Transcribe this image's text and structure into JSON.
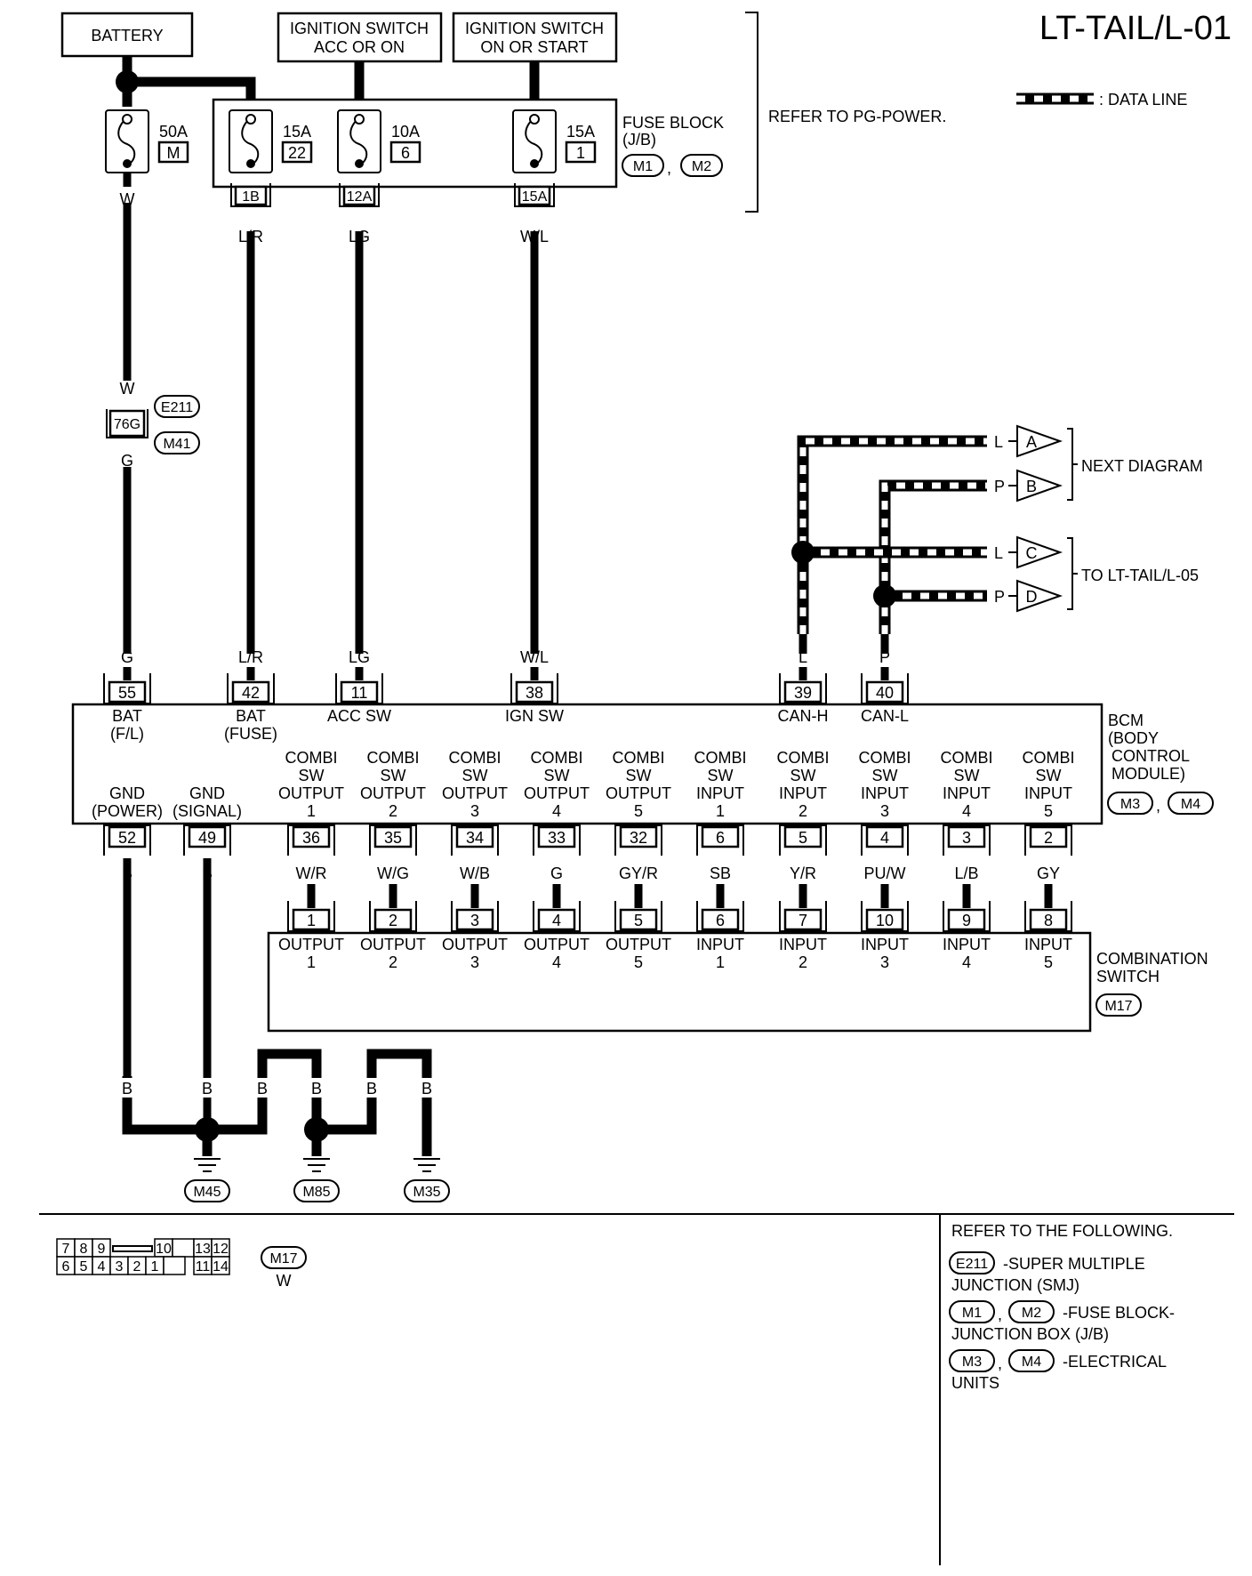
{
  "title": "LT-TAIL/L-01",
  "legend": {
    "data_line": ": DATA LINE"
  },
  "sources": {
    "battery": "BATTERY",
    "ign_acc_l1": "IGNITION SWITCH",
    "ign_acc_l2": "ACC OR ON",
    "ign_on_l1": "IGNITION SWITCH",
    "ign_on_l2": "ON OR START"
  },
  "refer_pg": "REFER TO PG-POWER.",
  "fuse_block": {
    "label_l1": "FUSE BLOCK",
    "label_l2": "(J/B)",
    "conn1": "M1",
    "conn2": "M2",
    "sep": ","
  },
  "fuses": [
    {
      "amp": "50A",
      "num": "M",
      "wire": "W"
    },
    {
      "amp": "15A",
      "num": "22",
      "term": "1B",
      "wire": "L/R"
    },
    {
      "amp": "10A",
      "num": "6",
      "term": "12A",
      "wire": "LG"
    },
    {
      "amp": "15A",
      "num": "1",
      "term": "15A",
      "wire": "W/L"
    }
  ],
  "joint": {
    "term": "76G",
    "conn1": "E211",
    "conn2": "M41",
    "wire_in": "W",
    "wire_out": "G"
  },
  "can": {
    "next_diagram": "NEXT DIAGRAM",
    "to_lt": "TO LT-TAIL/L-05",
    "refs": [
      {
        "letter": "A",
        "wire": "L"
      },
      {
        "letter": "B",
        "wire": "P"
      },
      {
        "letter": "C",
        "wire": "L"
      },
      {
        "letter": "D",
        "wire": "P"
      }
    ]
  },
  "bcm": {
    "label_l1": "BCM",
    "label_l2": "(BODY",
    "label_l3": "CONTROL",
    "label_l4": "MODULE)",
    "conn1": "M3",
    "conn2": "M4",
    "sep": ",",
    "top_pins": [
      {
        "wire": "G",
        "pin": "55",
        "l1": "BAT",
        "l2": "(F/L)"
      },
      {
        "wire": "L/R",
        "pin": "42",
        "l1": "BAT",
        "l2": "(FUSE)"
      },
      {
        "wire": "LG",
        "pin": "11",
        "l1": "ACC SW",
        "l2": ""
      },
      {
        "wire": "W/L",
        "pin": "38",
        "l1": "IGN SW",
        "l2": ""
      },
      {
        "wire": "L",
        "pin": "39",
        "l1": "CAN-H",
        "l2": ""
      },
      {
        "wire": "P",
        "pin": "40",
        "l1": "CAN-L",
        "l2": ""
      }
    ],
    "gnd_pins": [
      {
        "l1": "GND",
        "l2": "(POWER)",
        "pin": "52",
        "wire": "B"
      },
      {
        "l1": "GND",
        "l2": "(SIGNAL)",
        "pin": "49",
        "wire": "B"
      }
    ],
    "combi_pins": [
      {
        "l1": "COMBI",
        "l2": "SW",
        "l3": "OUTPUT",
        "l4": "1",
        "pin": "36",
        "wire": "W/R"
      },
      {
        "l1": "COMBI",
        "l2": "SW",
        "l3": "OUTPUT",
        "l4": "2",
        "pin": "35",
        "wire": "W/G"
      },
      {
        "l1": "COMBI",
        "l2": "SW",
        "l3": "OUTPUT",
        "l4": "3",
        "pin": "34",
        "wire": "W/B"
      },
      {
        "l1": "COMBI",
        "l2": "SW",
        "l3": "OUTPUT",
        "l4": "4",
        "pin": "33",
        "wire": "G"
      },
      {
        "l1": "COMBI",
        "l2": "SW",
        "l3": "OUTPUT",
        "l4": "5",
        "pin": "32",
        "wire": "GY/R"
      },
      {
        "l1": "COMBI",
        "l2": "SW",
        "l3": "INPUT",
        "l4": "1",
        "pin": "6",
        "wire": "SB"
      },
      {
        "l1": "COMBI",
        "l2": "SW",
        "l3": "INPUT",
        "l4": "2",
        "pin": "5",
        "wire": "Y/R"
      },
      {
        "l1": "COMBI",
        "l2": "SW",
        "l3": "INPUT",
        "l4": "3",
        "pin": "4",
        "wire": "PU/W"
      },
      {
        "l1": "COMBI",
        "l2": "SW",
        "l3": "INPUT",
        "l4": "4",
        "pin": "3",
        "wire": "L/B"
      },
      {
        "l1": "COMBI",
        "l2": "SW",
        "l3": "INPUT",
        "l4": "5",
        "pin": "2",
        "wire": "GY"
      }
    ]
  },
  "combination_switch": {
    "label_l1": "COMBINATION",
    "label_l2": "SWITCH",
    "conn": "M17",
    "pins": [
      {
        "pin": "1",
        "l1": "OUTPUT",
        "l2": "1"
      },
      {
        "pin": "2",
        "l1": "OUTPUT",
        "l2": "2"
      },
      {
        "pin": "3",
        "l1": "OUTPUT",
        "l2": "3"
      },
      {
        "pin": "4",
        "l1": "OUTPUT",
        "l2": "4"
      },
      {
        "pin": "5",
        "l1": "OUTPUT",
        "l2": "5"
      },
      {
        "pin": "6",
        "l1": "INPUT",
        "l2": "1"
      },
      {
        "pin": "7",
        "l1": "INPUT",
        "l2": "2"
      },
      {
        "pin": "10",
        "l1": "INPUT",
        "l2": "3"
      },
      {
        "pin": "9",
        "l1": "INPUT",
        "l2": "4"
      },
      {
        "pin": "8",
        "l1": "INPUT",
        "l2": "5"
      }
    ]
  },
  "grounds": {
    "wire": "B",
    "labels": [
      "M45",
      "M85",
      "M35"
    ]
  },
  "connector_face": {
    "top_row": [
      "7",
      "8",
      "9",
      "10",
      "13",
      "12"
    ],
    "bottom_row": [
      "6",
      "5",
      "4",
      "3",
      "2",
      "1",
      "11",
      "14"
    ],
    "conn": "M17",
    "color": "W"
  },
  "refer_following": {
    "heading": "REFER TO THE FOLLOWING.",
    "items": [
      {
        "c1": "E211",
        "c2": "",
        "l1": "-SUPER MULTIPLE",
        "l2": "JUNCTION (SMJ)"
      },
      {
        "c1": "M1",
        "c2": "M2",
        "l1": "-FUSE BLOCK-",
        "l2": "JUNCTION BOX (J/B)"
      },
      {
        "c1": "M3",
        "c2": "M4",
        "l1": "-ELECTRICAL",
        "l2": "UNITS"
      }
    ],
    "sep": ","
  }
}
